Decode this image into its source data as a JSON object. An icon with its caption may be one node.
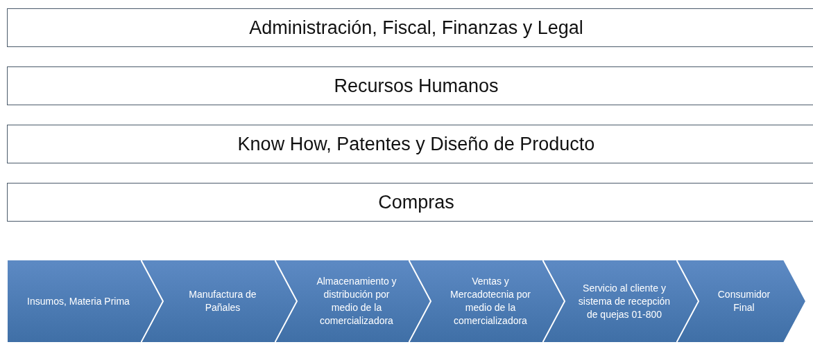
{
  "diagram": {
    "nodes": [
      {
        "text": [
          "Administración, Fiscal, Finanzas y Legal"
        ]
      },
      {
        "text": [
          "Recursos Humanos"
        ]
      },
      {
        "text": [
          "Know How, Patentes y Diseño de Producto"
        ]
      },
      {
        "text": [
          "Compras"
        ]
      },
      {
        "text": [
          "Insumos, Materia Prima"
        ]
      },
      {
        "text": [
          "Manufactura de Pañales"
        ]
      },
      {
        "text": [
          "Almacenamiento y distribución por medio de la comercializadora"
        ]
      },
      {
        "text": [
          "Ventas y Mercadotecnia por medio de la comercializadora"
        ]
      },
      {
        "text": [
          "Servicio al cliente y sistema de recepción de quejas 01-800"
        ]
      },
      {
        "text": [
          "Consumidor Final"
        ]
      }
    ]
  }
}
